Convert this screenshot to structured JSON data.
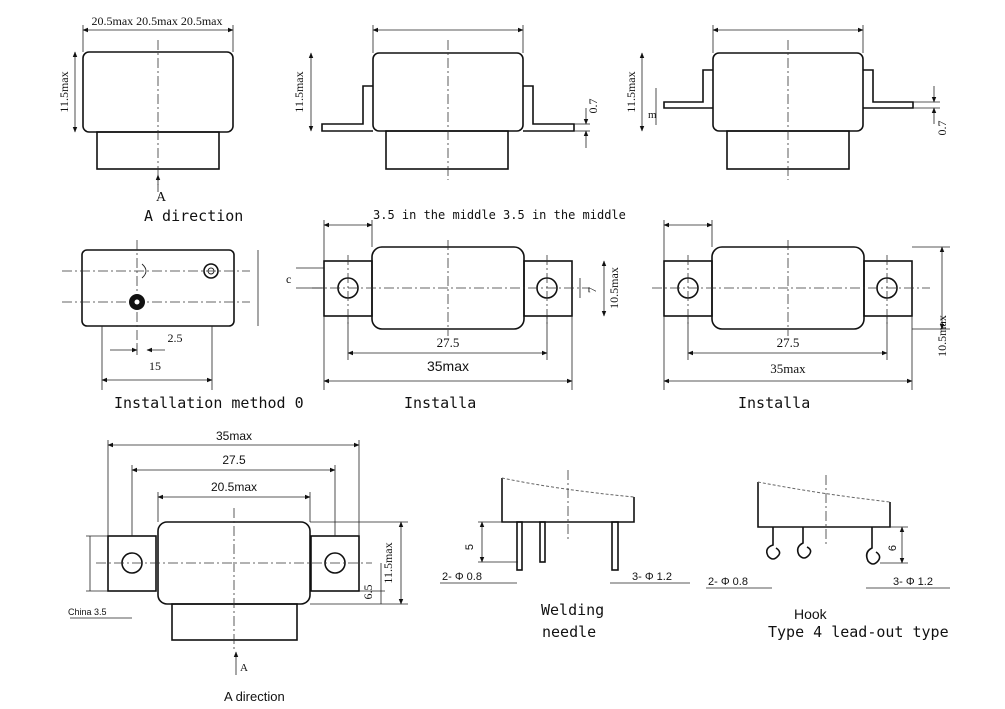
{
  "views": {
    "front": {
      "top_dim": "20.5max 20.5max 20.5max",
      "height_dim": "11.5max",
      "arrow_letter": "A",
      "caption": "A direction"
    },
    "flange_side": {
      "height_dim": "11.5max",
      "thickness_dim": "0.7"
    },
    "flange_bent": {
      "height_dim": "11.5max",
      "m_label": "m",
      "thickness_dim": "0.7"
    },
    "install_0": {
      "c_dim": "2.5",
      "w_dim": "15",
      "caption": "Installation method 0"
    },
    "install_1": {
      "top_note": "3.5 in the middle 3.5 in the middle",
      "c_label": "c",
      "inner_dim": "27.5",
      "outer_dim": "35max",
      "height_dim": "10.5max",
      "hole_dim": "7",
      "caption": "Installa"
    },
    "install_2": {
      "inner_dim": "27.5",
      "outer_dim": "35max",
      "height_dim": "10.5max",
      "caption": "Installa"
    },
    "bottom_plan": {
      "outer_dim": "35max",
      "inner_dim": "27.5",
      "body_dim": "20.5max",
      "height_dim": "11.5max",
      "sub_dim": "6.5",
      "left_note": "China 3.5",
      "arrow_letter": "A",
      "caption": "A direction"
    },
    "welding": {
      "pin_height": "5",
      "left_pin": "2- Φ 0.8",
      "right_pin": "3- Φ 1.2",
      "caption_line1": "Welding",
      "caption_line2": "needle"
    },
    "hook": {
      "pin_height": "6",
      "left_pin": "2- Φ 0.8",
      "right_pin": "3- Φ 1.2",
      "caption_line1": "Hook",
      "caption_line2": "Type 4 lead-out type"
    }
  }
}
